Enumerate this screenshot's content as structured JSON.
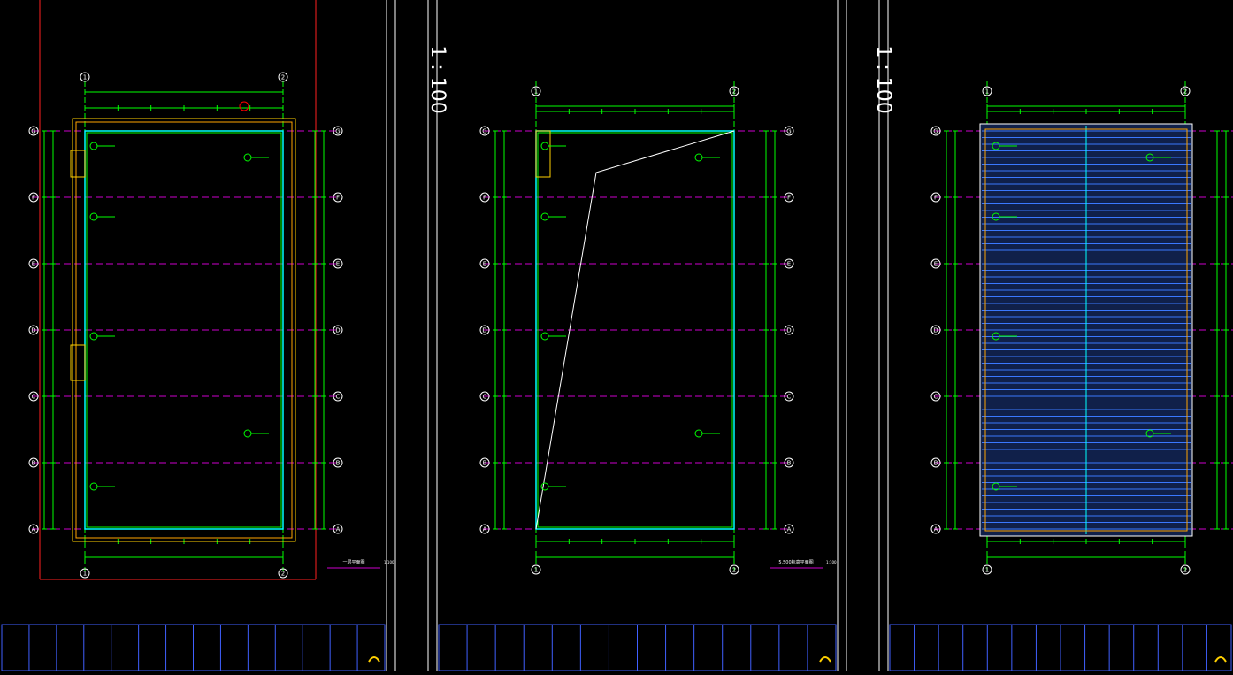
{
  "drawing": {
    "background": "#000000",
    "colors": {
      "grid": "#00ff00",
      "axis_line": "#cc00cc",
      "frame": "#ffffff",
      "border_red": "#ff2020",
      "dim": "#00ff00",
      "wall_cyan": "#00ffff",
      "roof_blue": "#3a78ff",
      "title_border": "#4060ff",
      "callout": "#00ff00",
      "yellow": "#ffd000",
      "orange": "#ffa500",
      "red_mark": "#ff0000"
    },
    "sheets": [
      {
        "name": "sheet-left",
        "grid_cols": [
          "1",
          "2"
        ],
        "grid_rows": [
          "G",
          "F",
          "E",
          "D",
          "C",
          "B",
          "A"
        ],
        "view_label": "一层平面图",
        "scale_label": "1:100"
      },
      {
        "name": "sheet-middle",
        "grid_cols": [
          "1",
          "2"
        ],
        "grid_rows": [
          "G",
          "F",
          "E",
          "D",
          "C",
          "B",
          "A"
        ],
        "view_label": "5.500标高平面图",
        "scale_label": "1:100",
        "side_text": "1 : 100"
      },
      {
        "name": "sheet-right",
        "grid_cols": [
          "1",
          "2"
        ],
        "grid_rows": [
          "G",
          "F",
          "E",
          "D",
          "C",
          "B",
          "A"
        ],
        "view_label": "",
        "scale_label": "",
        "side_text": "1 : 100"
      }
    ]
  }
}
